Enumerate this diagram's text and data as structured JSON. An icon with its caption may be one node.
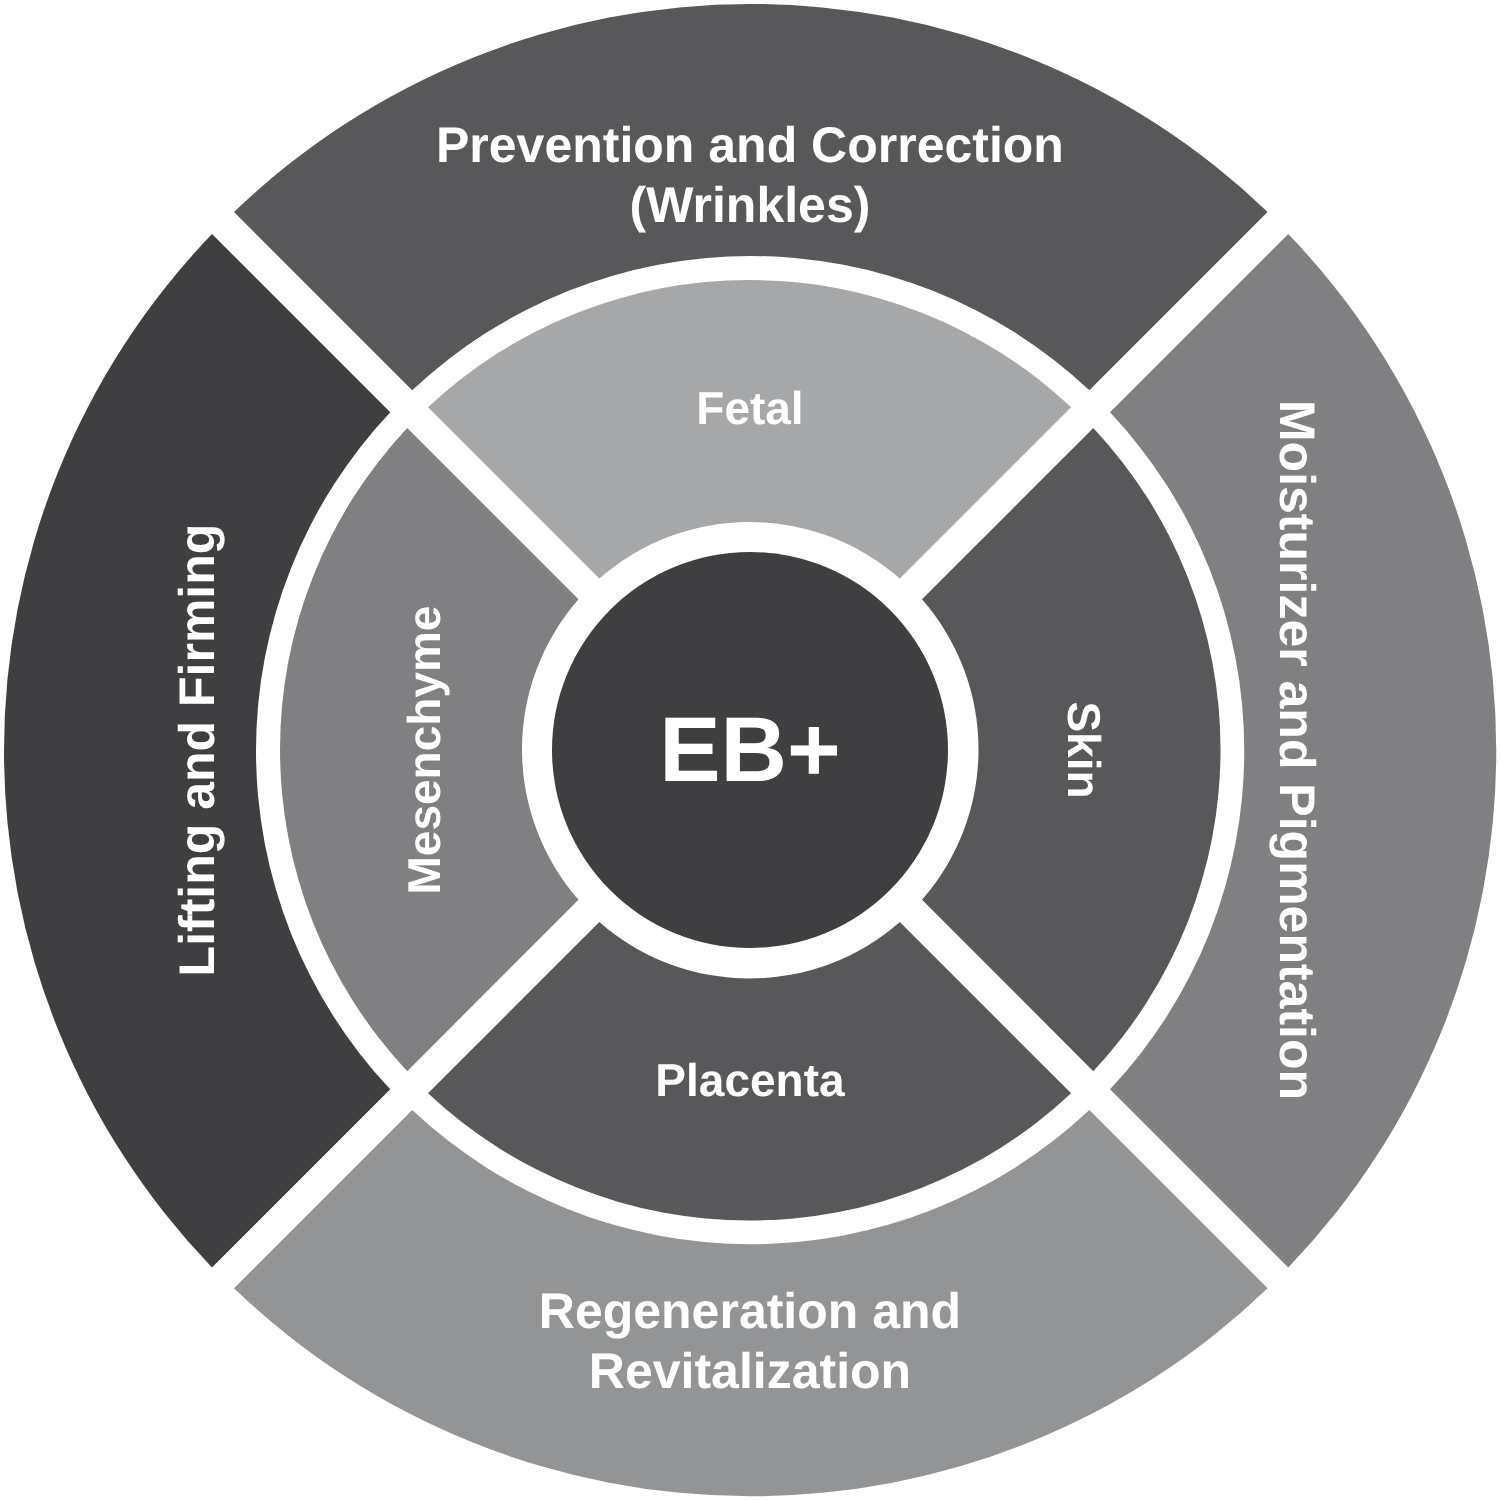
{
  "diagram": {
    "nodes": [
      {
        "text": [
          "Prevention and Correction (Wrinkles)"
        ]
      },
      {
        "text": [
          "Lifting and Firming"
        ]
      },
      {
        "text": [
          "Fetal"
        ]
      },
      {
        "text": [
          "Moisturizer and Pigmentation"
        ]
      },
      {
        "text": [
          "Mesenchyme"
        ]
      },
      {
        "text": [
          "EB+"
        ]
      },
      {
        "text": [
          "Skin"
        ]
      },
      {
        "text": [
          "Placenta"
        ]
      },
      {
        "text": [
          "Regeneration and Revitalization"
        ]
      }
    ]
  }
}
